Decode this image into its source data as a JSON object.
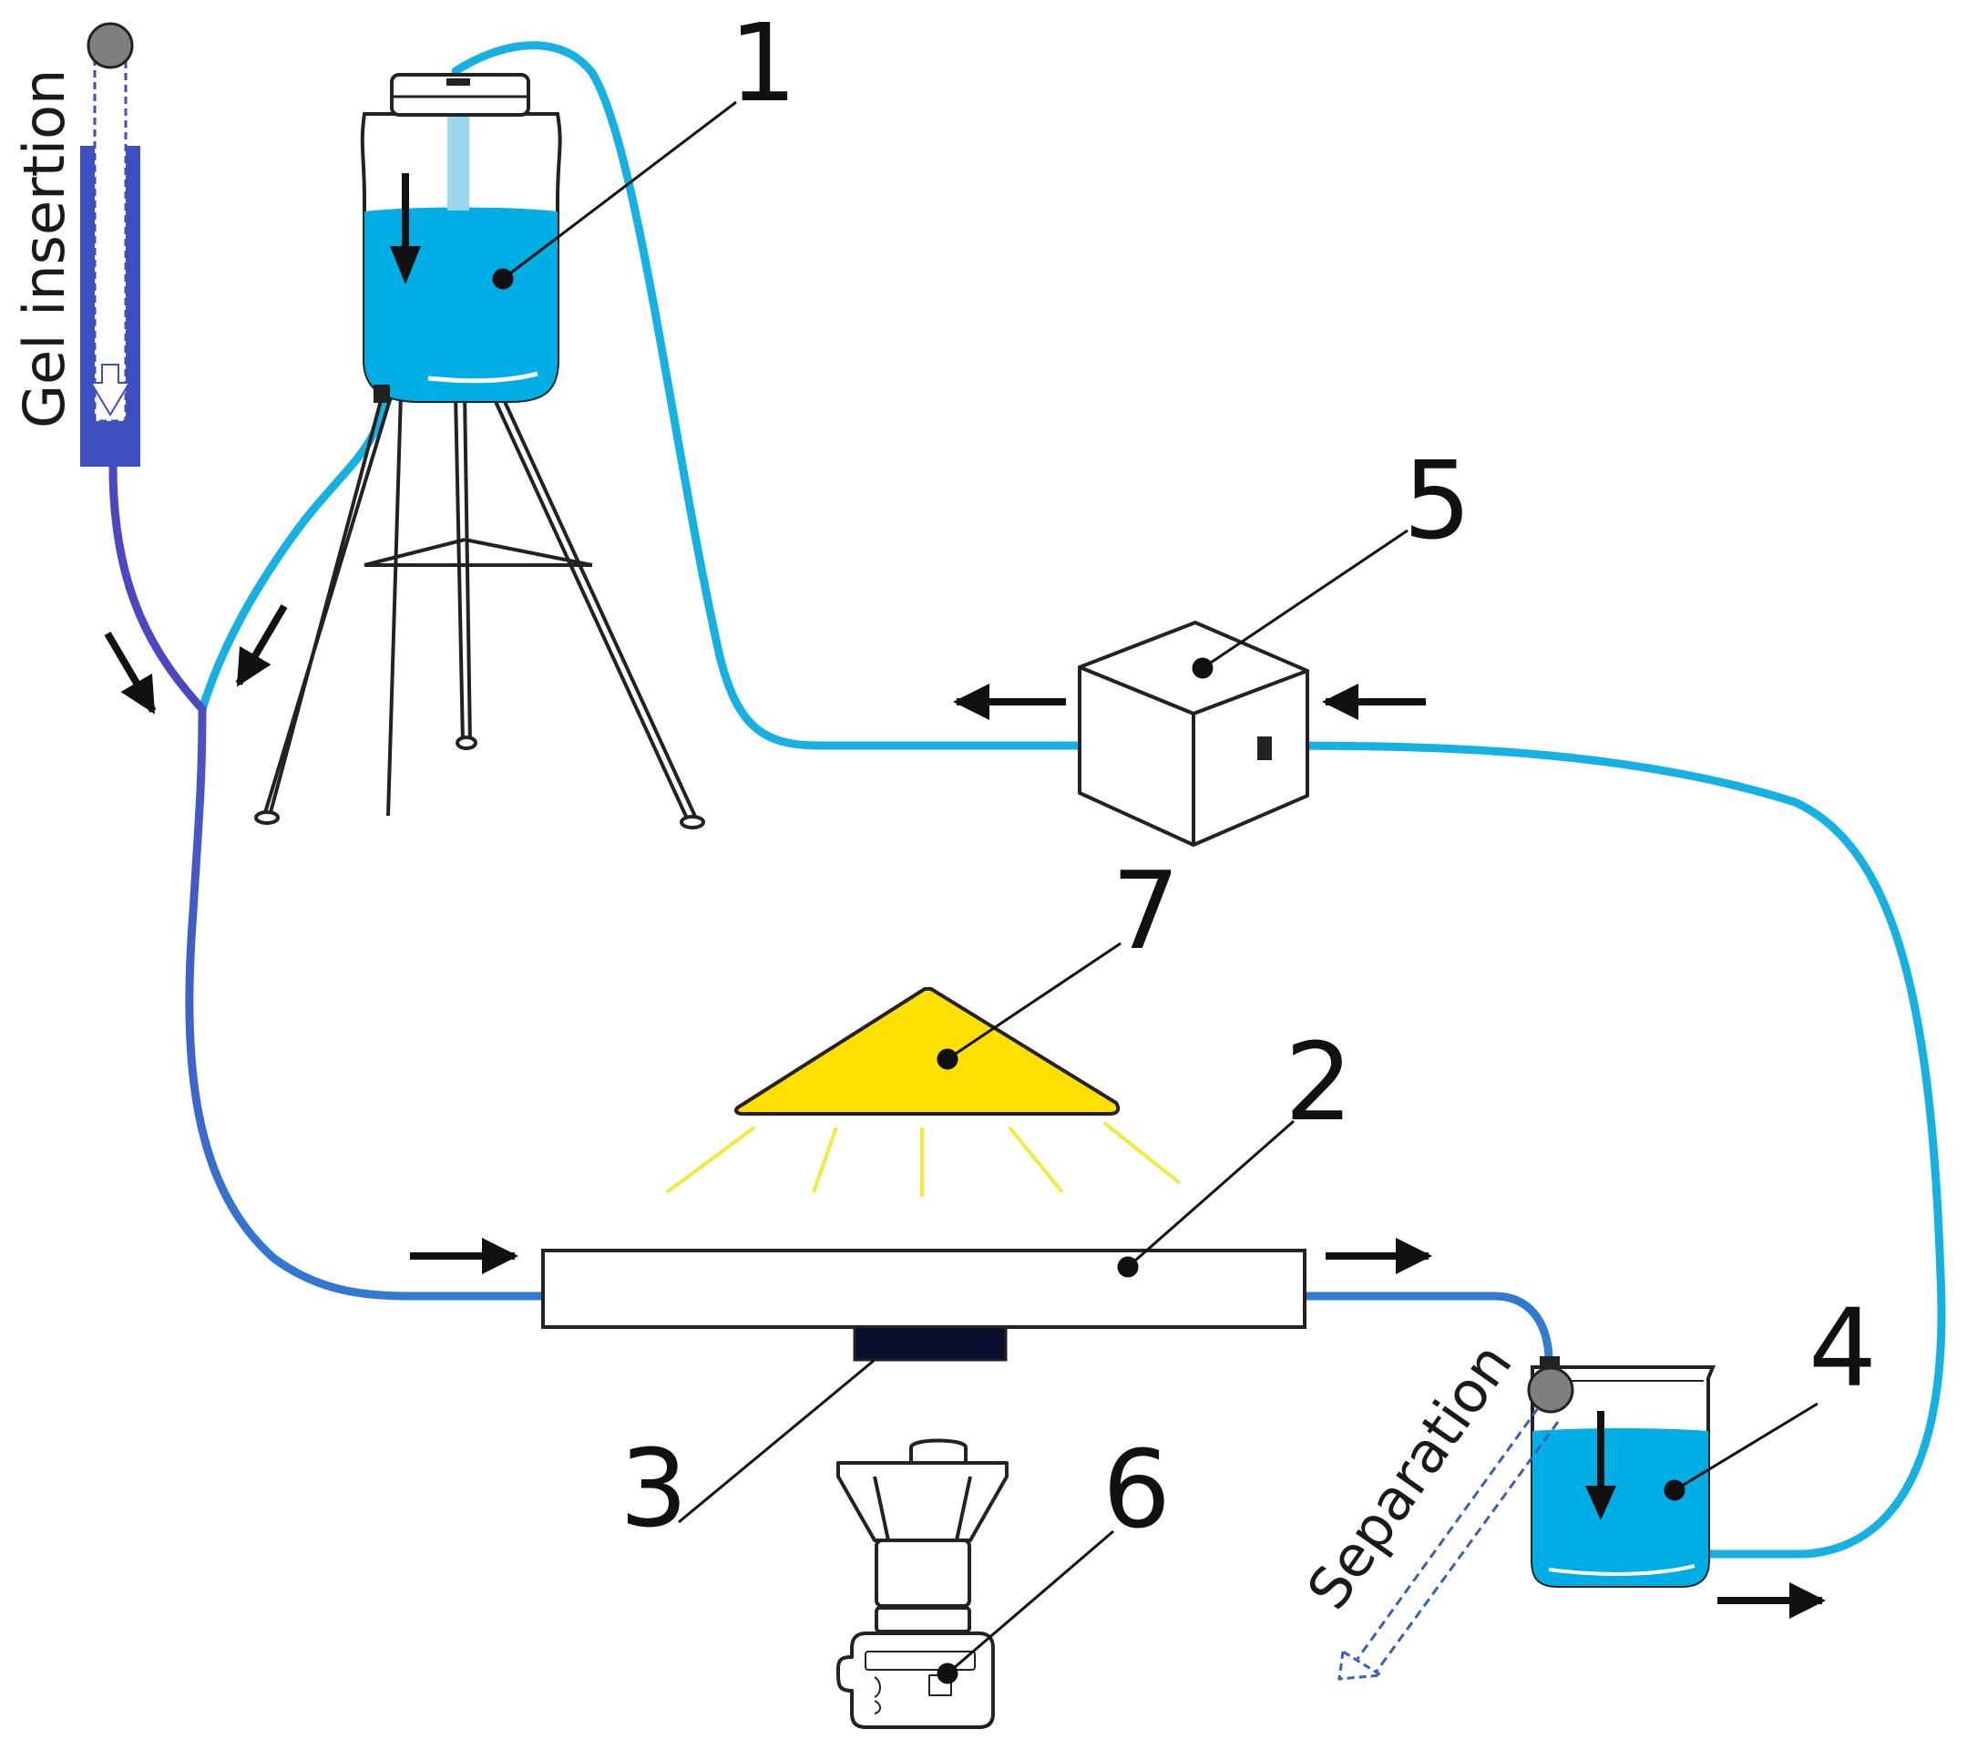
{
  "labels": {
    "gel_insertion": "Gel insertion",
    "separation": "Separation"
  },
  "numbers": {
    "reservoir": "1",
    "channel": "2",
    "magnet": "3",
    "beaker": "4",
    "pump": "5",
    "camera": "6",
    "light": "7"
  },
  "colors": {
    "water": "#00aee6",
    "tube_cyan": "#16b1e3",
    "tube_blue": "#2f6fc8",
    "gel_syringe": "#3f4fc0",
    "light_fill": "#ffe000",
    "light_rays": "#f2ea3c",
    "magnet": "#0a0f2e",
    "valve_knob": "#7f7f7f"
  }
}
